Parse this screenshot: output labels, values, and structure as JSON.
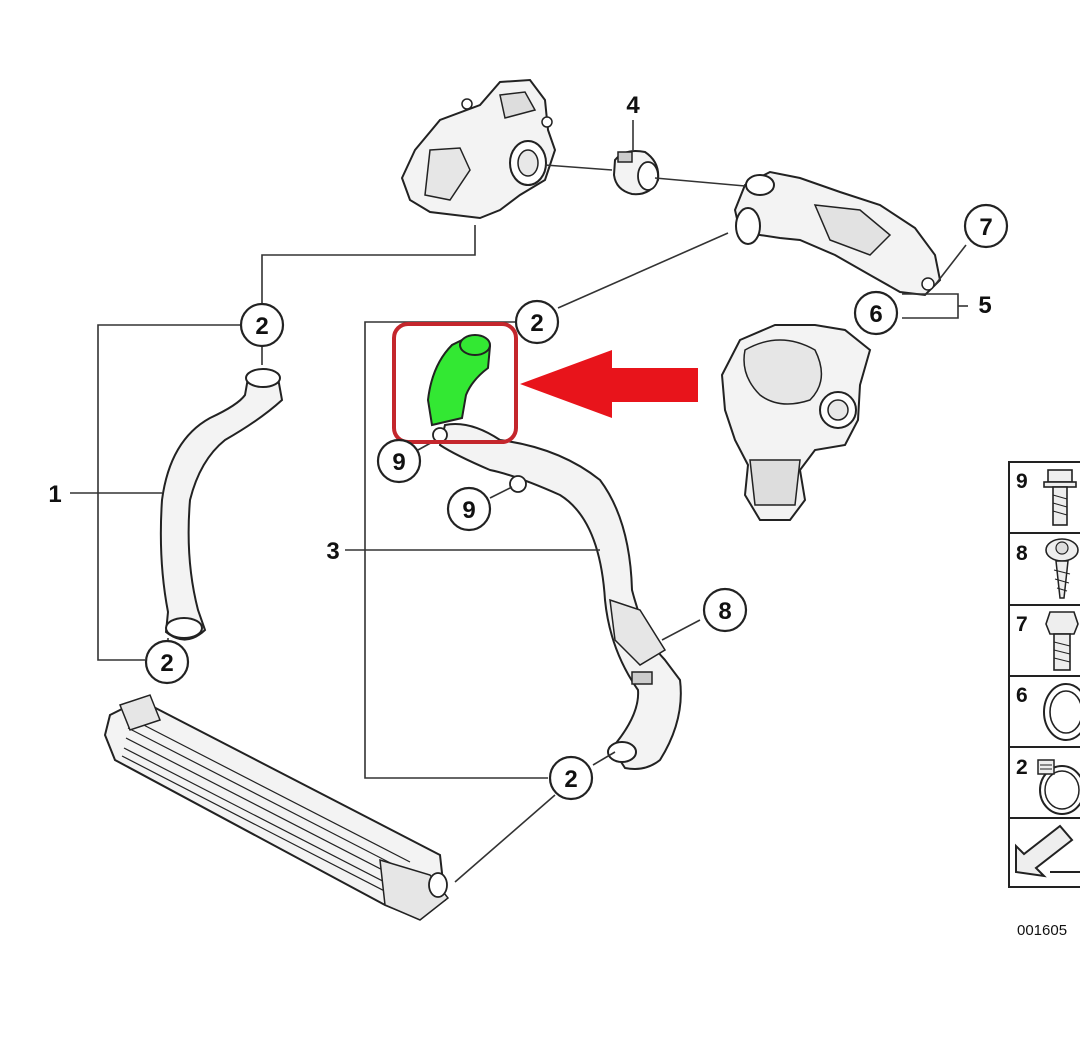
{
  "callouts": {
    "upper_left_2": "2",
    "lower_left_2": "2",
    "top_mid_2": "2",
    "bottom_mid_2": "2",
    "item_1": "1",
    "item_3": "3",
    "item_4": "4",
    "item_5": "5",
    "item_6": "6",
    "item_7": "7",
    "item_8": "8",
    "item_9_upper": "9",
    "item_9_lower": "9"
  },
  "legend": {
    "items": [
      {
        "num": "9",
        "icon": "bolt-with-washer-icon"
      },
      {
        "num": "8",
        "icon": "screw-icon"
      },
      {
        "num": "7",
        "icon": "hex-bolt-icon"
      },
      {
        "num": "6",
        "icon": "o-ring-icon"
      },
      {
        "num": "2",
        "icon": "hose-clamp-icon"
      }
    ],
    "footer_icon": "arrow-icon"
  },
  "diagram_code": "001605",
  "highlight": {
    "hose_color": "#33e833",
    "box_color": "#c4262c",
    "arrow_color": "#e8141b"
  }
}
